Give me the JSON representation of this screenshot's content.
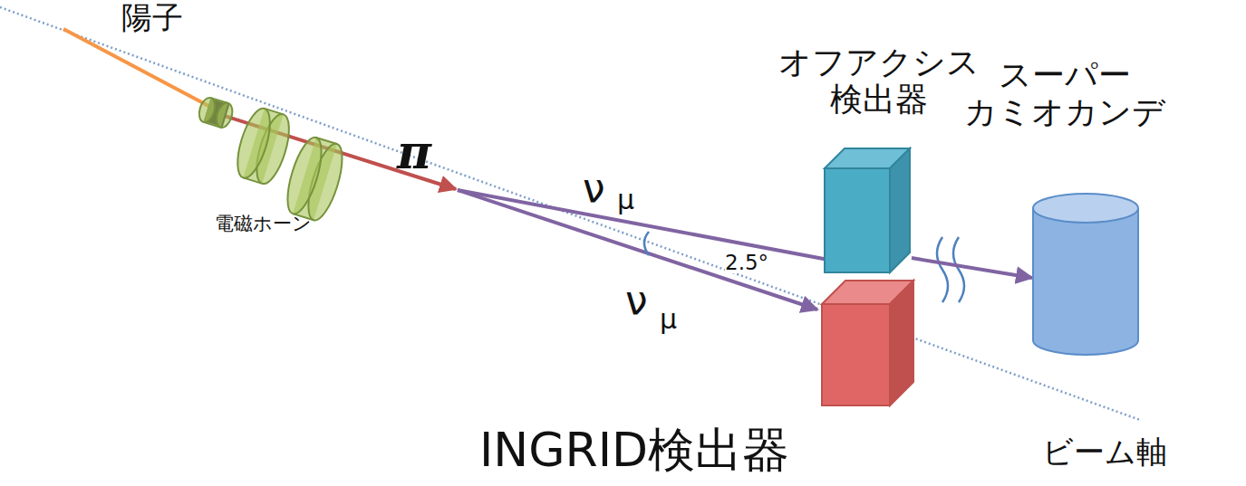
{
  "diagram": {
    "nodes": [
      {
        "text": [
          "電磁ホーン"
        ]
      },
      {
        "text": [
          "オフアクシス 検出器"
        ]
      },
      {
        "text": [
          "スーパー カミオカンデ"
        ]
      },
      {
        "text": [
          "INGRID検出器"
        ]
      }
    ],
    "edges": [
      {
        "from": 1,
        "to": 2,
        "arrow": "to"
      }
    ],
    "labels": [
      "陽子",
      "π",
      "ν",
      "μ",
      "2.5°",
      "ν",
      "μ",
      "ビーム軸"
    ]
  }
}
